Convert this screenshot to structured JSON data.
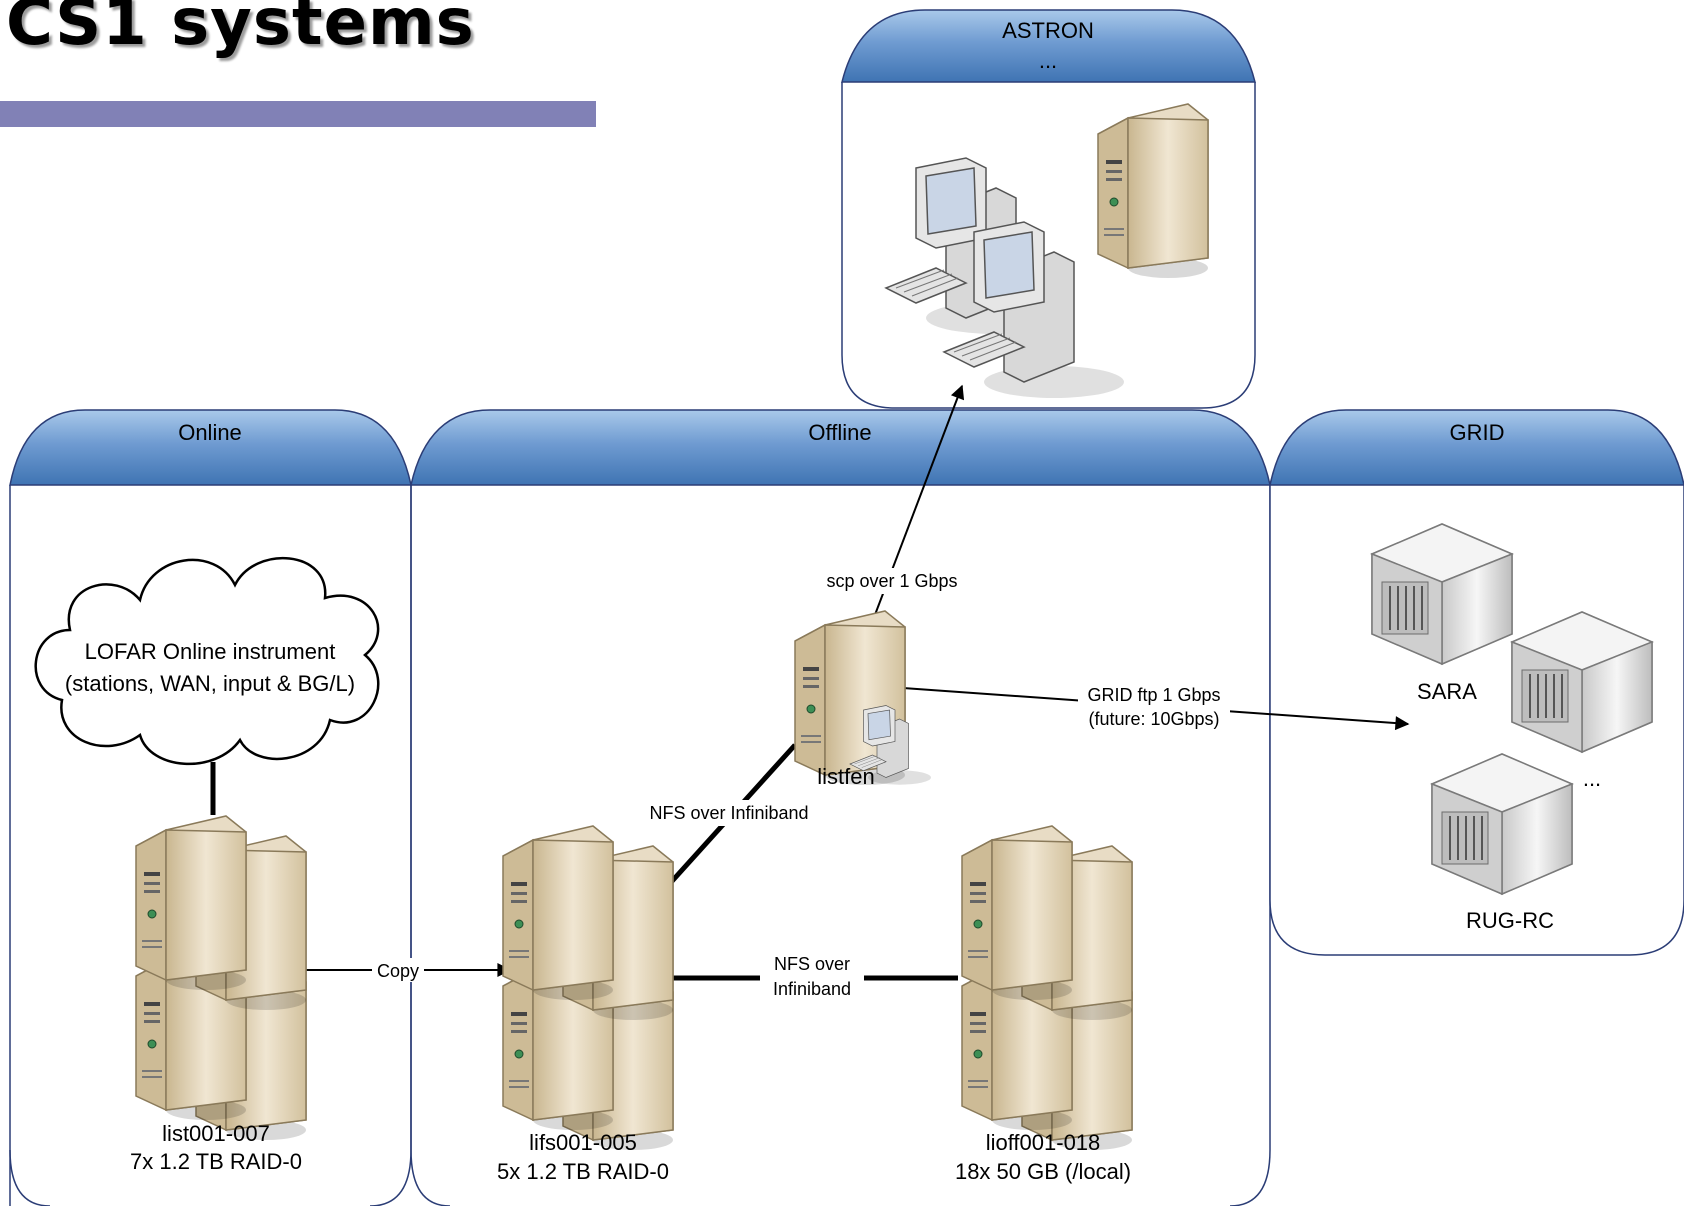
{
  "slide": {
    "title": "CS1 systems"
  },
  "colors": {
    "header_dark": "#3f74b3",
    "header_light": "#a9c9ea",
    "lane_border": "#2b3d76",
    "title_bar": "#8181b6",
    "server_beige": "#d9c9a6",
    "grid_server_gray": "#d8d8d8"
  },
  "lanes": {
    "astron": {
      "title": "ASTRON",
      "subtitle": "..."
    },
    "online": {
      "title": "Online"
    },
    "offline": {
      "title": "Offline"
    },
    "grid": {
      "title": "GRID"
    }
  },
  "nodes": {
    "cloud": {
      "icon": "cloud-icon",
      "line1": "LOFAR Online instrument",
      "line2": "(stations, WAN, input & BG/L)"
    },
    "list": {
      "icon": "server-cluster-icon",
      "name": "list001-007",
      "spec": "7x 1.2 TB RAID-0"
    },
    "lifs": {
      "icon": "server-cluster-icon",
      "name": "lifs001-005",
      "spec": "5x 1.2 TB RAID-0"
    },
    "lioff": {
      "icon": "server-cluster-icon",
      "name": "lioff001-018",
      "spec": "18x 50 GB (/local)"
    },
    "listfen": {
      "icon": "server-with-workstation-icon",
      "name": "listfen"
    },
    "sara": {
      "icon": "mainframe-icon",
      "name": "SARA"
    },
    "rugrc": {
      "icon": "mainframe-icon",
      "name": "RUG-RC"
    },
    "grid_more": {
      "name": "..."
    },
    "astron_workstations": {
      "icon": "workstation-icon"
    },
    "astron_server": {
      "icon": "tower-server-icon"
    }
  },
  "edges": {
    "copy": {
      "label": "Copy"
    },
    "nfs_listfen": {
      "label": "NFS over Infiniband"
    },
    "nfs_lioff": {
      "line1": "NFS over",
      "line2": "Infiniband"
    },
    "scp": {
      "label": "scp over 1 Gbps"
    },
    "gridftp": {
      "line1": "GRID ftp 1 Gbps",
      "line2": "(future: 10Gbps)"
    }
  }
}
